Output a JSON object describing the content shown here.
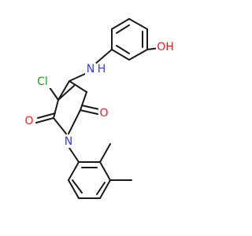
{
  "molecule": {
    "atoms": {
      "cl": "Cl",
      "nh": "N",
      "h": "H",
      "oh": "OH",
      "n_ring": "N",
      "o_left": "O",
      "o_right": "O"
    }
  },
  "colors": {
    "bond": "#1a1a1a",
    "chlorine": "#1aa01a",
    "nitrogen": "#2a3cff",
    "oxygen": "#ff1a1a",
    "background": "#ffffff"
  }
}
